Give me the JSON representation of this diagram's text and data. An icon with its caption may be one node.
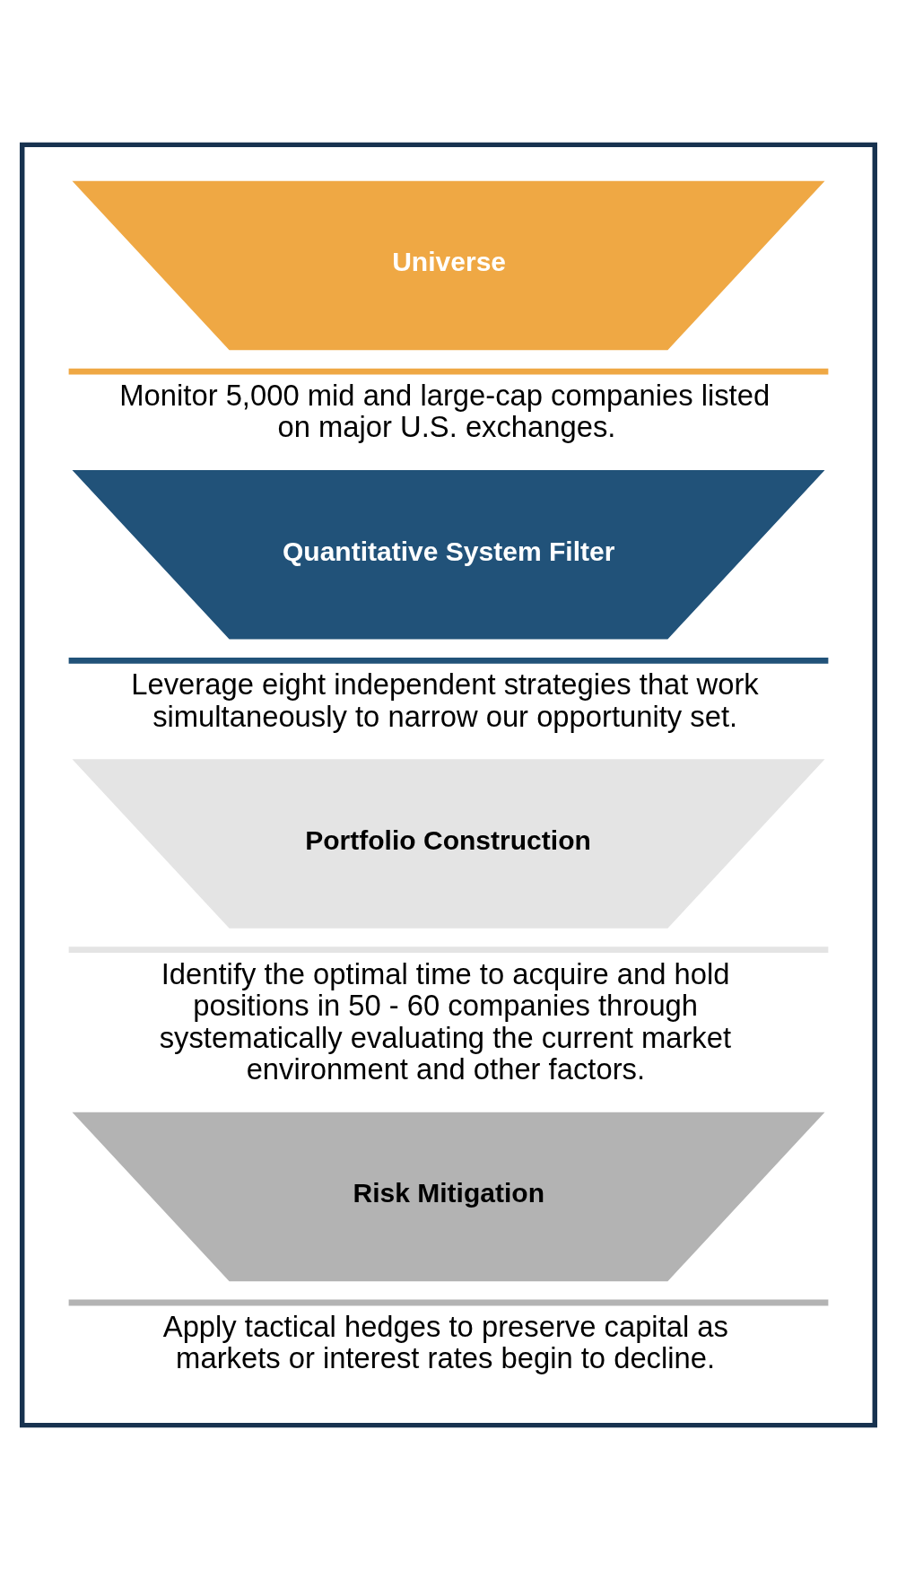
{
  "diagram": {
    "nodes": [
      {
        "text": [],
        "shape": "box"
      },
      {
        "text": [
          "Universe"
        ],
        "beside": [
          "Monitor 5,000 mid and large-cap companies listed on major U.S. exchanges."
        ],
        "in": 0
      },
      {
        "text": [
          "Quantitative System Filter"
        ],
        "beside": [
          "Leverage eight independent strategies that work simultaneously to narrow our opportunity set."
        ],
        "in": 0
      },
      {
        "text": [
          "Portfolio Construction"
        ],
        "beside": [
          "Identify the optimal time to acquire and hold positions in 50 - 60 companies through systematically evaluating the current market environment and other factors."
        ],
        "in": 0
      },
      {
        "text": [
          "Risk Mitigation"
        ],
        "beside": [
          "Apply tactical hedges to preserve capital as markets or interest rates begin to decline."
        ],
        "in": 0
      }
    ],
    "edges": []
  }
}
